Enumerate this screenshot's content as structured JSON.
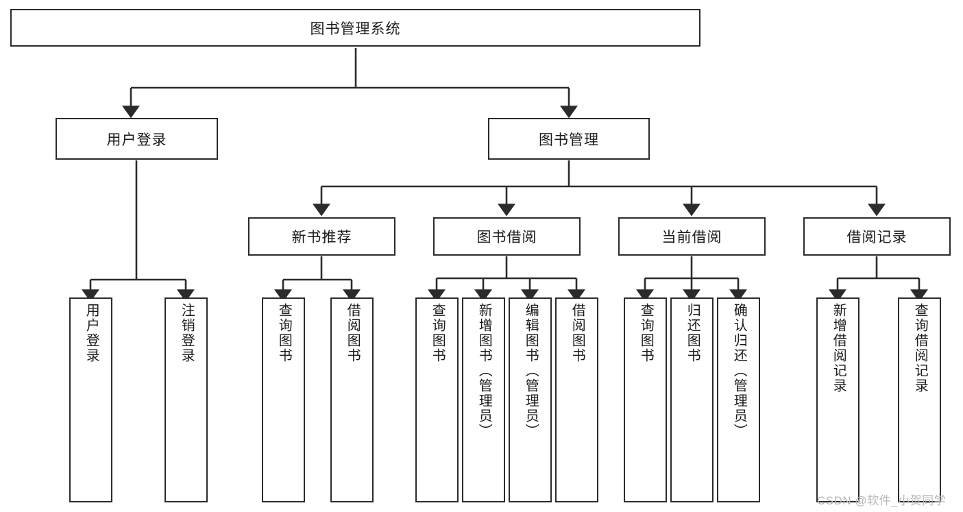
{
  "diagram": {
    "title": "图书管理系统",
    "type": "function-structure-tree",
    "colors": {
      "background": "#ffffff",
      "box_border": "#2b2b2b",
      "box_fill": "#ffffff",
      "connector": "#2b2b2b",
      "text": "#1b1b1b",
      "watermark": "#b8b8b8"
    },
    "levels": {
      "root": {
        "label": "图书管理系统"
      },
      "level2": [
        {
          "label": "用户登录"
        },
        {
          "label": "图书管理"
        }
      ],
      "level3": [
        {
          "label": "新书推荐"
        },
        {
          "label": "图书借阅"
        },
        {
          "label": "当前借阅"
        },
        {
          "label": "借阅记录"
        }
      ],
      "leaves": {
        "user_login": [
          {
            "label": "用户登录"
          },
          {
            "label": "注销登录"
          }
        ],
        "new_book_recommend": [
          {
            "label": "查询图书"
          },
          {
            "label": "借阅图书"
          }
        ],
        "book_borrow": [
          {
            "label": "查询图书"
          },
          {
            "label": "新增图书（管理员）"
          },
          {
            "label": "编辑图书（管理员）"
          },
          {
            "label": "借阅图书"
          }
        ],
        "current_borrow": [
          {
            "label": "查询图书"
          },
          {
            "label": "归还图书"
          },
          {
            "label": "确认归还（管理员）"
          }
        ],
        "borrow_records": [
          {
            "label": "新增借阅记录"
          },
          {
            "label": "查询借阅记录"
          }
        ]
      }
    },
    "watermark": "CSDN @软件_小贺同学"
  }
}
